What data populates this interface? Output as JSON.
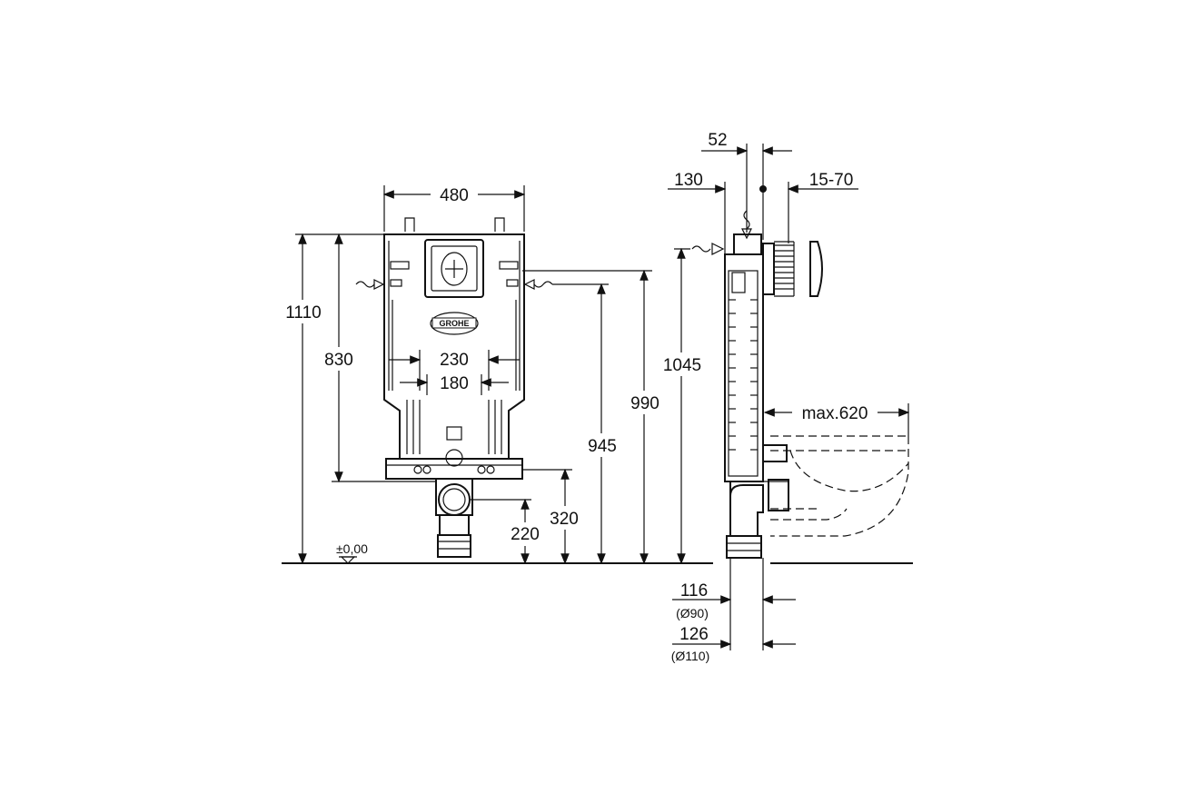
{
  "front_view": {
    "width": "480",
    "height_total": "1110",
    "height_830": "830",
    "inlet_height": "990",
    "outlet_height": "945",
    "spacing_230": "230",
    "spacing_180": "180",
    "h_320": "320",
    "h_220": "220",
    "floor_level": "±0,00",
    "brand": "GROHE"
  },
  "side_view": {
    "d_52": "52",
    "d_130": "130",
    "d_15_70": "15-70",
    "h_1045": "1045",
    "max_620": "max.620",
    "d_116": "116",
    "d_116_sub": "(Ø90)",
    "d_126": "126",
    "d_126_sub": "(Ø110)"
  }
}
